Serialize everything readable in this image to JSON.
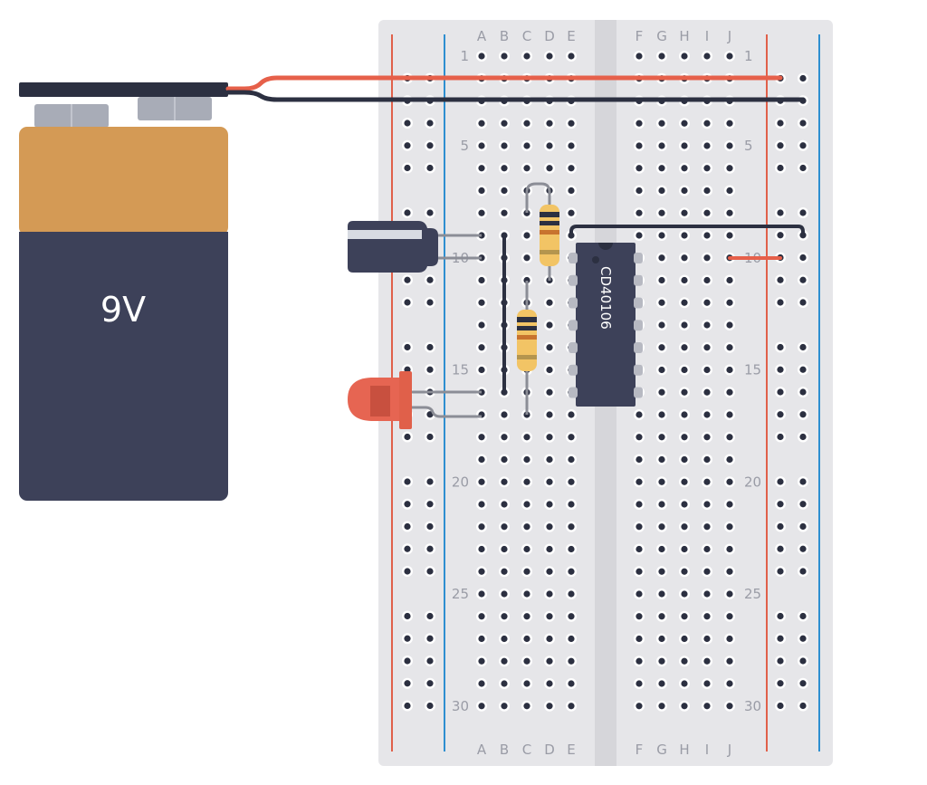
{
  "battery": {
    "label": "9V",
    "body_color": "#3d4159",
    "cap_color": "#d49a55"
  },
  "breadboard": {
    "columns_left": [
      "A",
      "B",
      "C",
      "D",
      "E"
    ],
    "columns_right": [
      "F",
      "G",
      "H",
      "I",
      "J"
    ],
    "row_labels": [
      "1",
      "5",
      "10",
      "15",
      "20",
      "25",
      "30"
    ],
    "rows": 30,
    "board_color": "#e6e6e9",
    "rail_positive_color": "#e0604a",
    "rail_negative_color": "#2e8fd0"
  },
  "chip": {
    "label": "CD40106",
    "pins": 14,
    "color": "#3d4159"
  },
  "components": {
    "capacitor": "electrolytic-capacitor",
    "resistors": [
      "resistor-1",
      "resistor-2"
    ],
    "led": {
      "color": "#e66552"
    }
  },
  "wire_colors": {
    "positive": "#e6604a",
    "negative": "#2c3041"
  }
}
